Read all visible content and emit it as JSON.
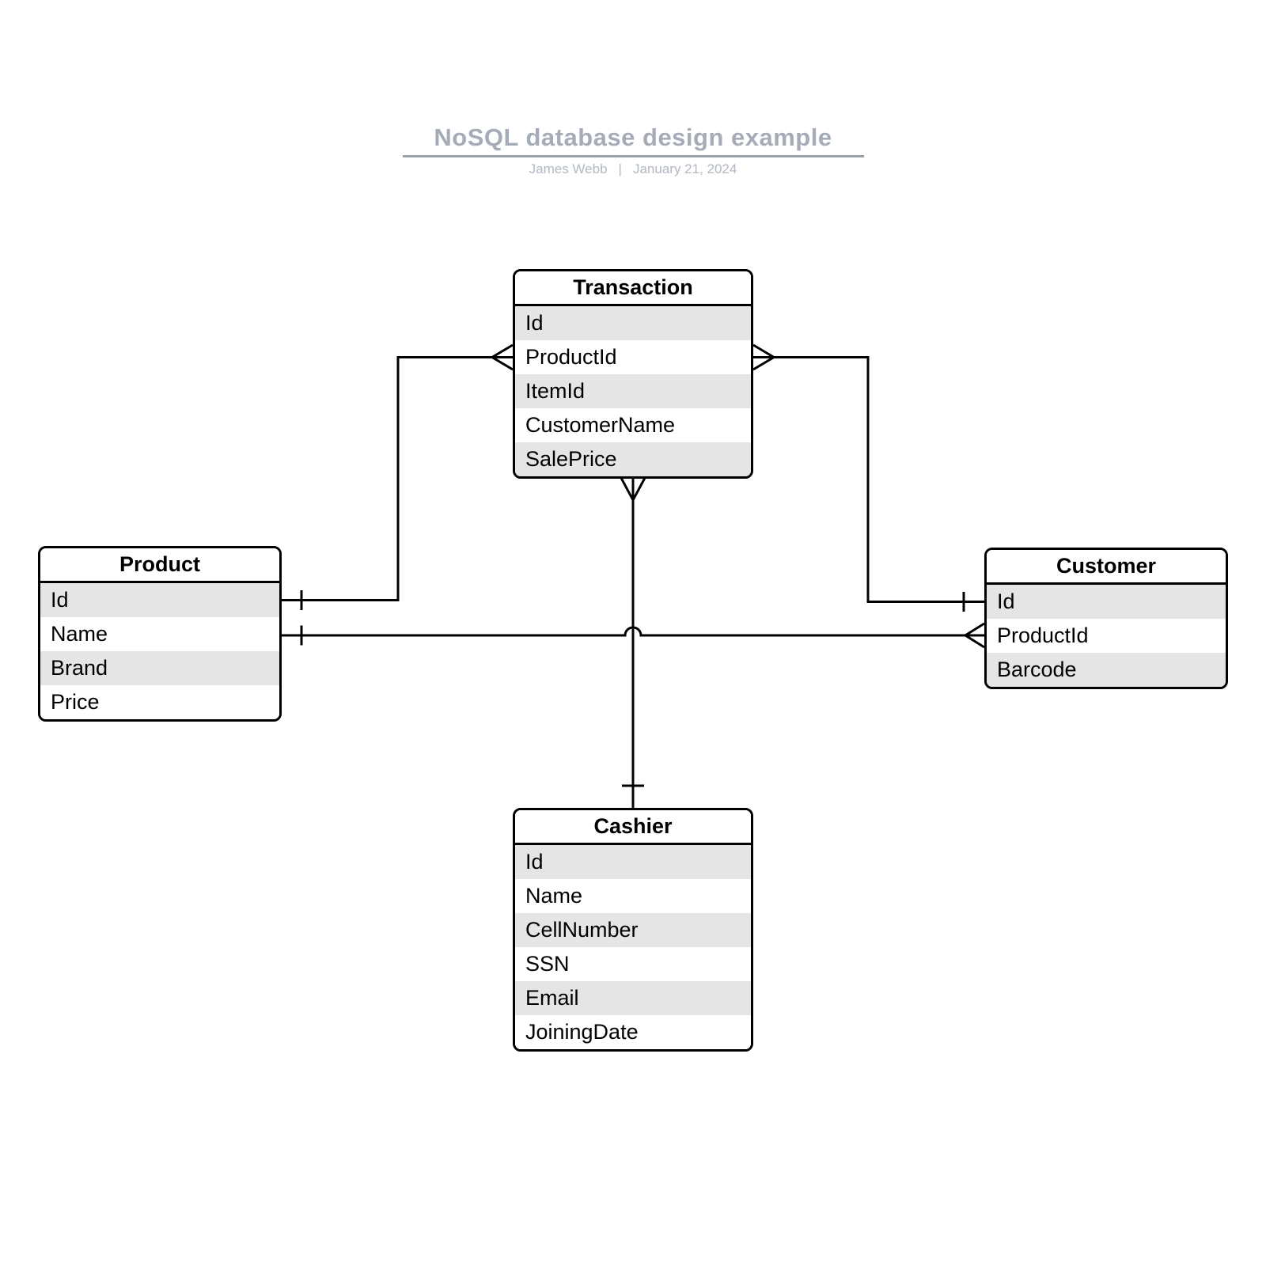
{
  "title": {
    "text": "NoSQL database design example",
    "author": "James Webb",
    "separator": "|",
    "date": "January 21, 2024"
  },
  "colors": {
    "row_stripe": "#e5e5e5",
    "row_plain": "#ffffff",
    "line_and_border": "#000000",
    "title_text": "#a5acb7",
    "byline_text": "#b2b8c1",
    "title_divider": "#9aa1ab"
  },
  "entities": [
    {
      "name": "Transaction",
      "fields": [
        "Id",
        "ProductId",
        "ItemId",
        "CustomerName",
        "SalePrice"
      ]
    },
    {
      "name": "Product",
      "fields": [
        "Id",
        "Name",
        "Brand",
        "Price"
      ]
    },
    {
      "name": "Customer",
      "fields": [
        "Id",
        "ProductId",
        "Barcode"
      ]
    },
    {
      "name": "Cashier",
      "fields": [
        "Id",
        "Name",
        "CellNumber",
        "SSN",
        "Email",
        "JoiningDate"
      ]
    }
  ],
  "relationships": [
    {
      "from": "Product.Id",
      "from_cardinality": "one",
      "to": "Transaction.ProductId",
      "to_cardinality": "many"
    },
    {
      "from": "Product.Name",
      "from_cardinality": "one",
      "to": "Customer.ProductId",
      "to_cardinality": "many"
    },
    {
      "from": "Customer.Id",
      "from_cardinality": "one",
      "to": "Transaction.ProductId",
      "to_cardinality": "many"
    },
    {
      "from": "Cashier",
      "from_cardinality": "one",
      "to": "Transaction",
      "to_cardinality": "many"
    }
  ]
}
